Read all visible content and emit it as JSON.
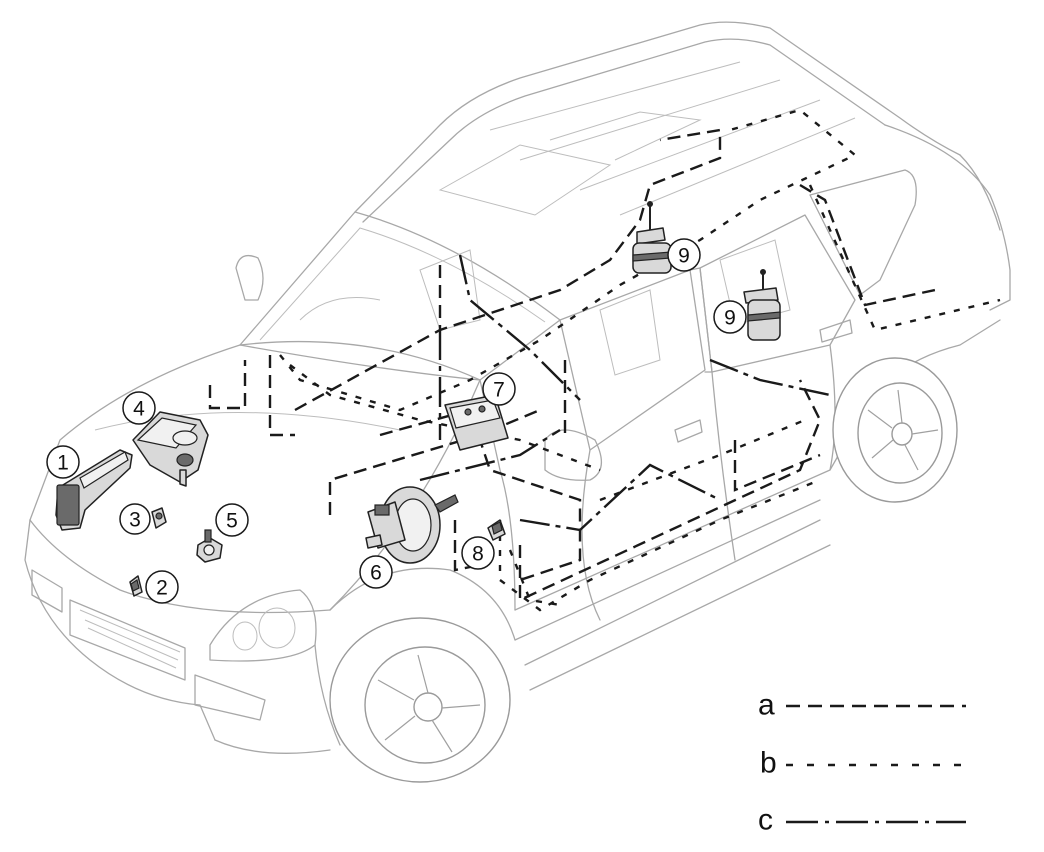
{
  "callouts": [
    {
      "id": "callout-1",
      "number": "1"
    },
    {
      "id": "callout-2",
      "number": "2"
    },
    {
      "id": "callout-3",
      "number": "3"
    },
    {
      "id": "callout-4",
      "number": "4"
    },
    {
      "id": "callout-5",
      "number": "5"
    },
    {
      "id": "callout-6",
      "number": "6"
    },
    {
      "id": "callout-7",
      "number": "7"
    },
    {
      "id": "callout-8",
      "number": "8"
    },
    {
      "id": "callout-9-front",
      "number": "9"
    },
    {
      "id": "callout-9-rear",
      "number": "9"
    }
  ],
  "legend": [
    {
      "letter": "a",
      "style": "long-dash"
    },
    {
      "letter": "b",
      "style": "short-dash"
    },
    {
      "letter": "c",
      "style": "dash-dot"
    }
  ],
  "colors": {
    "car_outline": "#a8a8a8",
    "lines": "#1a1a1a",
    "component_fill": "#d9d9d9"
  }
}
